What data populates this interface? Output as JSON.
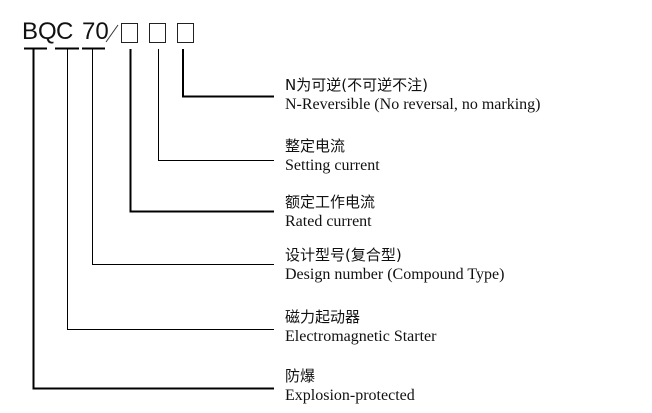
{
  "model_code": {
    "prefix_parts": [
      "BQ",
      "C",
      "70"
    ],
    "separator": "/",
    "placeholder_boxes": 3
  },
  "legend": [
    {
      "id": "reversible",
      "zh": "N为可逆(不可逆不注)",
      "en": "N-Reversible (No reversal, no marking)"
    },
    {
      "id": "setting-current",
      "zh": "整定电流",
      "en": "Setting current"
    },
    {
      "id": "rated-current",
      "zh": "额定工作电流",
      "en": "Rated current"
    },
    {
      "id": "design-number",
      "zh": "设计型号(复合型)",
      "en": "Design number (Compound Type)"
    },
    {
      "id": "starter",
      "zh": "磁力起动器",
      "en": "Electromagnetic Starter"
    },
    {
      "id": "explosion",
      "zh": "防爆",
      "en": "Explosion-protected"
    }
  ]
}
